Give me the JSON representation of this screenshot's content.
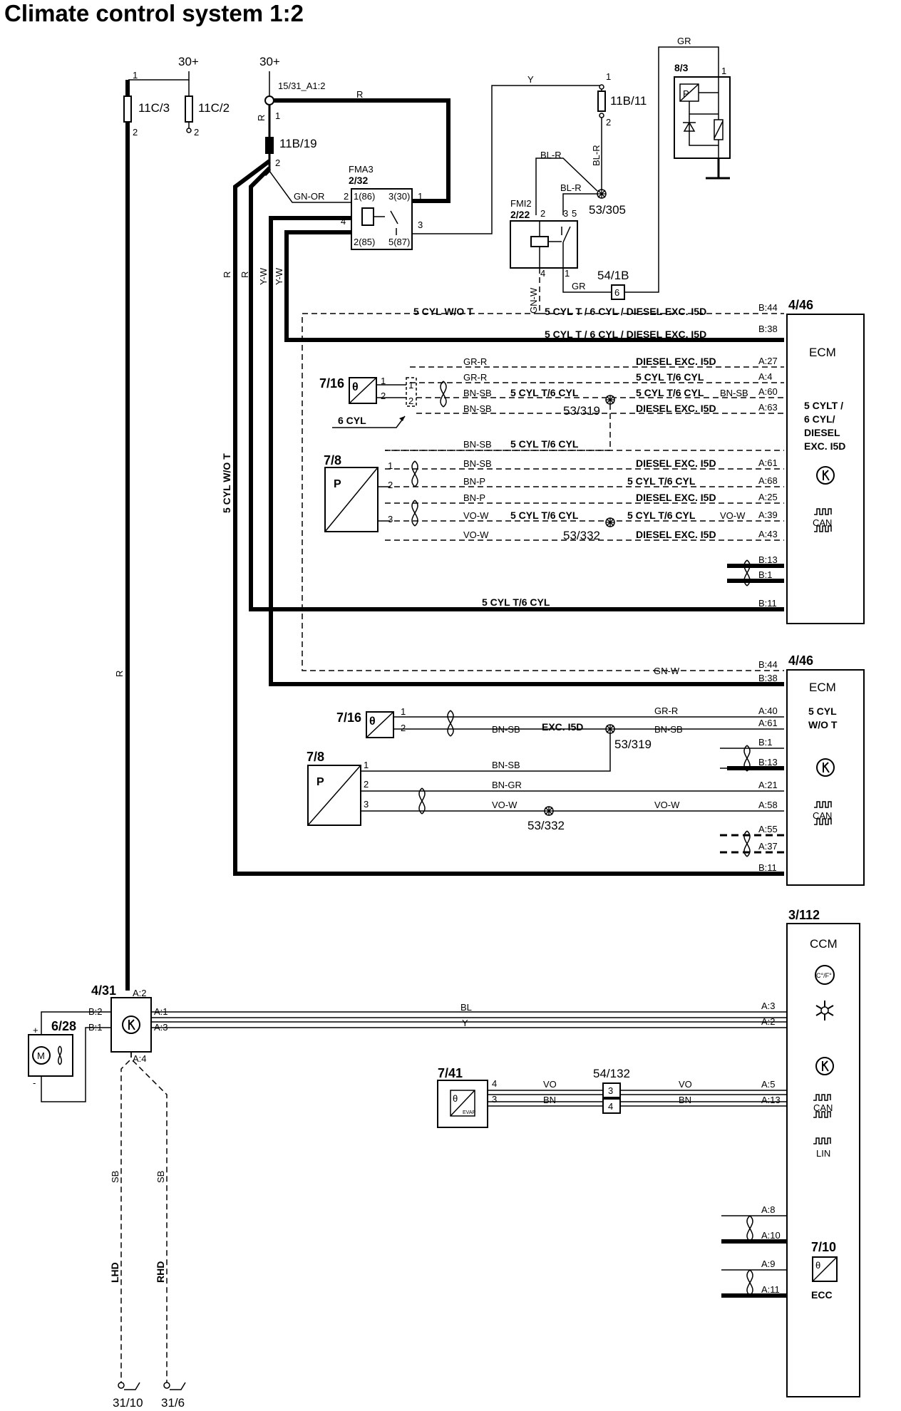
{
  "title": "Climate control system 1:2",
  "supply": {
    "p30a": "30+",
    "p30b": "30+",
    "node": "15/31_A1:2"
  },
  "fuses": {
    "f1": "11C/3",
    "f2": "11C/2",
    "f3": "11B/19",
    "f4": "11B/11",
    "pin1": "1",
    "pin2": "2"
  },
  "relays": {
    "fma3_name": "FMA3",
    "fma3_id": "2/32",
    "fma3_p86": "1(86)",
    "fma3_p30": "3(30)",
    "fma3_p85": "2(85)",
    "fma3_p87": "5(87)",
    "fmi2_name": "FMI2",
    "fmi2_id": "2/22"
  },
  "pins": {
    "p1": "1",
    "p2": "2",
    "p3": "3",
    "p4": "4",
    "p5": "5",
    "p6": "6"
  },
  "components": {
    "c83": "8/3",
    "c716": "7/16",
    "c78": "7/8",
    "c431": "4/31",
    "c628": "6/28",
    "c741": "7/41",
    "c710": "7/10",
    "conn_54_1b": "54/1B",
    "conn_54_132": "54/132",
    "letter_p": "P",
    "theta": "θ",
    "evap": "EVAP",
    "m": "M"
  },
  "splices": {
    "s305": "53/305",
    "s319": "53/319",
    "s332": "53/332"
  },
  "grounds": {
    "g1": "31/10",
    "g2": "31/6"
  },
  "wires": {
    "R": "R",
    "Y": "Y",
    "GR": "GR",
    "BL_R": "BL-R",
    "GN_OR": "GN-OR",
    "Y_W": "Y-W",
    "GN_W": "GN-W",
    "GR_R": "GR-R",
    "BN_SB": "BN-SB",
    "BN_P": "BN-P",
    "VO_W": "VO-W",
    "BN_GR": "BN-GR",
    "BL": "BL",
    "VO": "VO",
    "BN": "BN",
    "SB": "SB"
  },
  "variants": {
    "cyl5_wo_t": "5 CYL W/O T",
    "t_diesel": "5 CYL T / 6 CYL / DIESEL EXC. I5D",
    "diesel_exc": "DIESEL EXC. I5D",
    "cyl5_t6": "5 CYL T/6 CYL",
    "cyl6": "6 CYL",
    "exc_i5d": "EXC. I5D",
    "lhd": "LHD",
    "rhd": "RHD"
  },
  "ecm1": {
    "id": "4/46",
    "name": "ECM",
    "v1": "5 CYLT /",
    "v2": "6 CYL/",
    "v3": "DIESEL",
    "v4": "EXC. I5D",
    "pins": [
      "B:44",
      "B:38",
      "A:27",
      "A:4",
      "A:60",
      "A:63",
      "A:61",
      "A:68",
      "A:25",
      "A:39",
      "A:43",
      "B:13",
      "B:1",
      "B:11"
    ]
  },
  "ecm2": {
    "id": "4/46",
    "name": "ECM",
    "v1": "5 CYL",
    "v2": "W/O T",
    "pins": [
      "B:44",
      "B:38",
      "A:40",
      "A:61",
      "B:1",
      "B:13",
      "A:21",
      "A:58",
      "A:55",
      "A:37",
      "B:11"
    ]
  },
  "ccm": {
    "id": "3/112",
    "name": "CCM",
    "ecc": "ECC",
    "cf": "C°/F°",
    "pins": [
      "A:3",
      "A:2",
      "A:5",
      "A:13",
      "A:8",
      "A:10",
      "A:9",
      "A:11"
    ]
  },
  "m431pins": {
    "a2": "A:2",
    "b2": "B:2",
    "b1": "B:1",
    "a1": "A:1",
    "a3": "A:3",
    "a4": "A:4"
  },
  "bus": {
    "can": "CAN",
    "lin": "LIN"
  },
  "pol": {
    "plus": "+",
    "minus": "-"
  }
}
